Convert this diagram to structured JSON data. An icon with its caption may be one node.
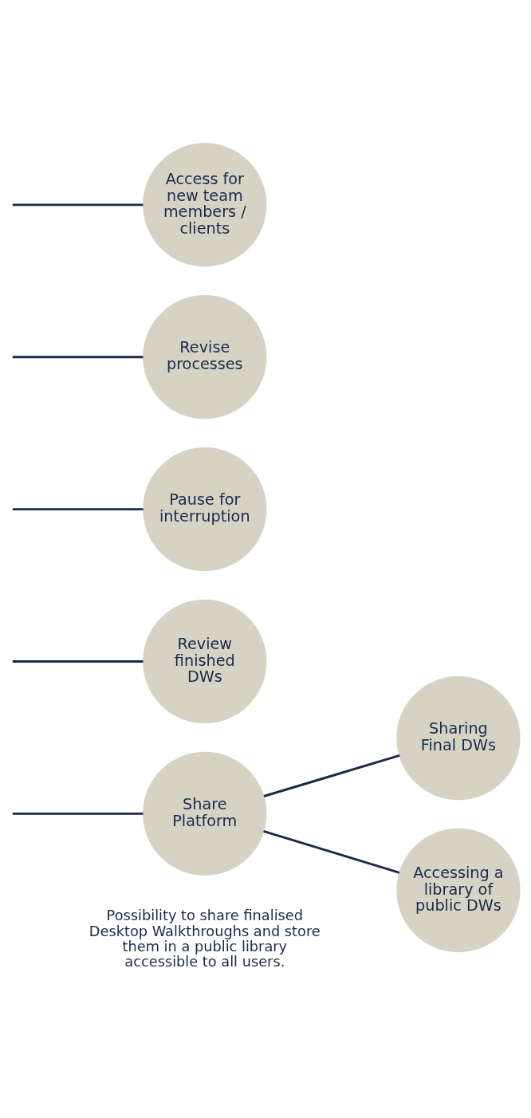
{
  "diagram": {
    "nodes": [
      {
        "text": [
          "Share Platform"
        ],
        "beside": [
          "Possibility to share finalised Desktop Walkthroughs and store them in a public library accessible to all users."
        ]
      },
      {
        "text": [
          "Sharing Final DWs"
        ]
      },
      {
        "text": [
          "Accessing a library of public DWs"
        ]
      },
      {
        "text": [
          "Review finished DWs"
        ]
      },
      {
        "text": [
          "Pause for interruption"
        ]
      },
      {
        "text": [
          "Revise processes"
        ]
      },
      {
        "text": [
          "Access for new team members / clients"
        ]
      }
    ],
    "edges": [
      {
        "from": null,
        "to": 0,
        "arrow": "none"
      },
      {
        "from": null,
        "to": 3,
        "arrow": "none"
      },
      {
        "from": null,
        "to": 4,
        "arrow": "none"
      },
      {
        "from": null,
        "to": 5,
        "arrow": "none"
      },
      {
        "from": null,
        "to": 6,
        "arrow": "none"
      },
      {
        "from": 0,
        "to": 1,
        "arrow": "none"
      },
      {
        "from": 0,
        "to": 2,
        "arrow": "none"
      }
    ]
  }
}
